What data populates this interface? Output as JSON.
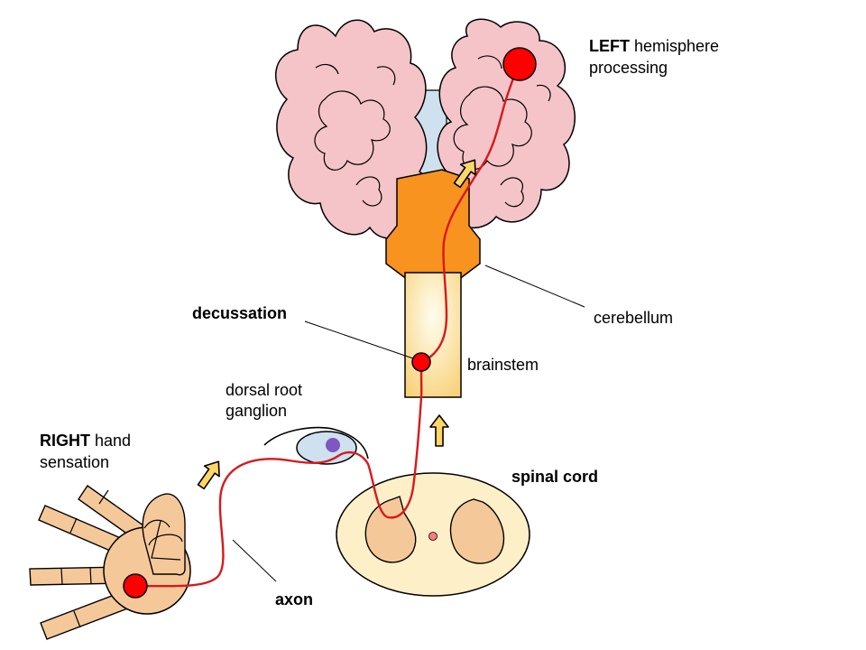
{
  "labels": {
    "left_hemisphere_bold": "LEFT",
    "left_hemisphere_rest": " hemisphere",
    "left_hemisphere_line2": "processing",
    "cerebellum": "cerebellum",
    "decussation": "decussation",
    "brainstem": "brainstem",
    "dorsal_root_line1": "dorsal root",
    "dorsal_root_line2": "ganglion",
    "right_hand_bold": "RIGHT",
    "right_hand_rest": " hand",
    "right_hand_line2": "sensation",
    "spinal_cord": "spinal cord",
    "axon": "axon"
  },
  "colors": {
    "brain_fill": "#f4c4c8",
    "ventricle_fill": "#cfe0ee",
    "cerebellum_fill": "#f7931e",
    "brainstem_fill": "#fde6a6",
    "spinal_cord_fill": "#fdf0c8",
    "gray_matter_fill": "#f5c89a",
    "hand_fill": "#f5c89a",
    "pathway": "#d7191c",
    "neuron_node": "#ff0000",
    "ganglion_fill": "#cfe0ee",
    "ganglion_nucleus": "#7e57c2",
    "arrow_fill": "#ffd666"
  }
}
